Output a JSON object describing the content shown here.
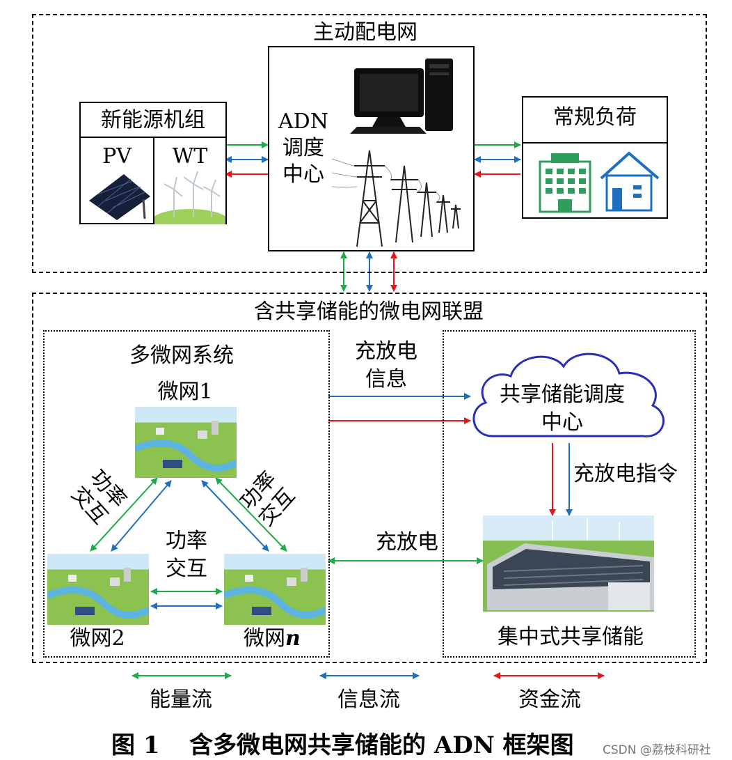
{
  "adn": {
    "title": "主动配电网",
    "new_energy": {
      "title": "新能源机组",
      "pv": "PV",
      "wt": "WT"
    },
    "center": {
      "line1": "ADN",
      "line2": "调度",
      "line3": "中心"
    },
    "load": {
      "title": "常规负荷"
    }
  },
  "alliance": {
    "title": "含共享储能的微电网联盟",
    "multi": {
      "title": "多微网系统",
      "mg1": "微网1",
      "mg2": "微网2",
      "mgn_prefix": "微网",
      "mgn_suffix": "n",
      "power_left_1": "功率",
      "power_left_2": "交互",
      "power_right_1": "功率",
      "power_right_2": "交互",
      "power_mid_1": "功率",
      "power_mid_2": "交互"
    },
    "charge_info_1": "充放电",
    "charge_info_2": "信息",
    "charge": "充放电",
    "cloud_1": "共享储能调度",
    "cloud_2": "中心",
    "instruction": "充放电指令",
    "storage": "集中式共享储能"
  },
  "legend": {
    "energy": "能量流",
    "info": "信息流",
    "fund": "资金流"
  },
  "caption": {
    "fig": "图 1",
    "text": "含多微电网共享储能的 ADN 框架图"
  },
  "watermark": "CSDN @荔枝科研社",
  "colors": {
    "energy": "#1faa4a",
    "info": "#1e6fbd",
    "fund": "#e8141b",
    "cloud": "#2a2fb8"
  }
}
